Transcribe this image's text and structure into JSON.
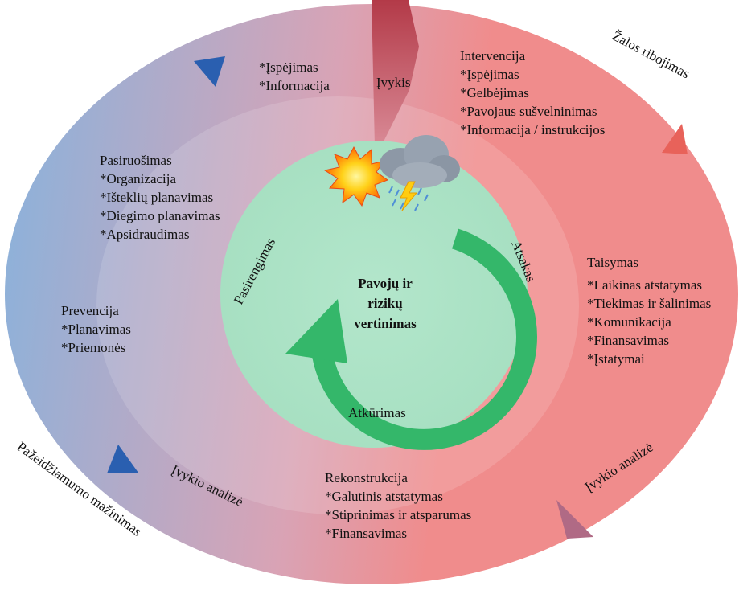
{
  "colors": {
    "outer_left": "#8fb1d9",
    "outer_right": "#f08c8c",
    "inner_circle": "#a7e0c2",
    "cycle_arrow": "#34b76a",
    "event_bar": "#b33a48",
    "marker_blue": "#2a5fb0",
    "marker_red": "#e8625a",
    "marker_mauve": "#b06a85"
  },
  "icons": [
    "explosion-icon",
    "storm-cloud-icon",
    "lightning-bolt-icon"
  ],
  "outer_labels": {
    "harm_limiting": "Žalos ribojimas",
    "vulnerability_reduction": "Pažeidžiamumo mažinimas"
  },
  "event": {
    "label": "Įvykis"
  },
  "warning_block": {
    "lines": [
      "*Įspėjimas",
      "*Informacija"
    ]
  },
  "intervention": {
    "title": "Intervencija",
    "items": [
      "*Įspėjimas",
      "*Gelbėjimas",
      "*Pavojaus sušvelninimas",
      "*Informacija / instrukcijos"
    ]
  },
  "preparation": {
    "title": "Pasiruošimas",
    "items": [
      "*Organizacija",
      "*Išteklių planavimas",
      "*Diegimo planavimas",
      "*Apsidraudimas"
    ]
  },
  "prevention": {
    "title": "Prevencija",
    "items": [
      "*Planavimas",
      "*Priemonės"
    ]
  },
  "repair": {
    "title": "Taisymas",
    "items": [
      "*Laikinas atstatymas",
      "*Tiekimas ir šalinimas",
      "*Komunikacija",
      "*Finansavimas",
      "*Įstatymai"
    ]
  },
  "reconstruction": {
    "title": "Rekonstrukcija",
    "items": [
      "*Galutinis atstatymas",
      "*Stiprinimas ir atsparumas",
      "*Finansavimas"
    ]
  },
  "event_analysis_left": "Įvykio analizė",
  "event_analysis_right": "Įvykio analizė",
  "inner": {
    "preparedness": "Pasirengimas",
    "response": "Atsakas",
    "recovery": "Atkūrimas",
    "center_lines": [
      "Pavojų ir",
      "rizikų",
      "vertinimas"
    ]
  }
}
